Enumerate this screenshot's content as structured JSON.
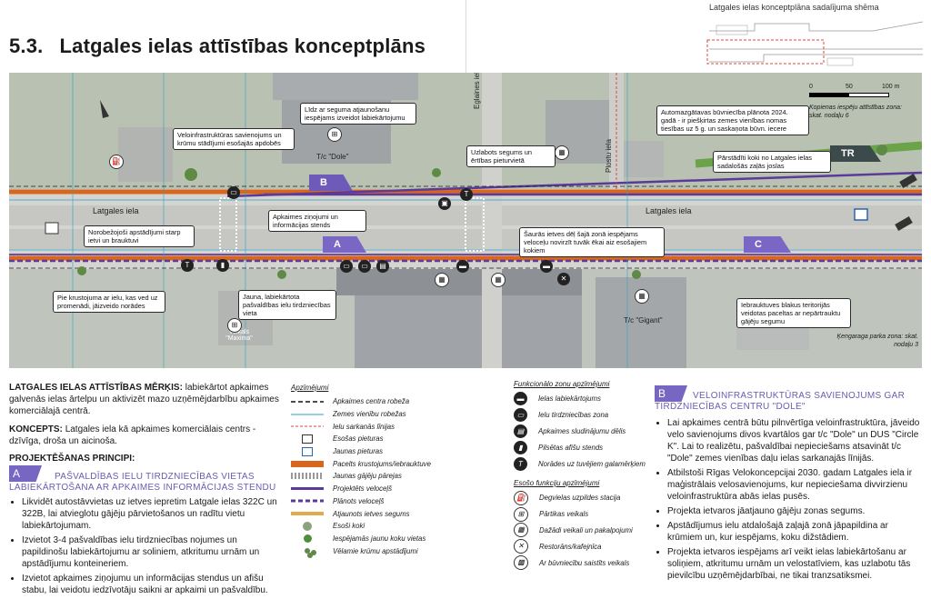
{
  "header": {
    "number": "5.3.",
    "title": "Latgales ielas attīstības konceptplāns",
    "diagram_title": "Latgales ielas konceptplāna sadalījuma shēma"
  },
  "map": {
    "streets": {
      "latgales_left": "Latgales iela",
      "latgales_right": "Latgales iela",
      "eglaines": "Eglaines iela",
      "plostu": "Plostu iela"
    },
    "places": {
      "dole": "T/c \"Dole\"",
      "gigant": "T/c \"Gigant\"",
      "maxima": "Veikals \"Maxima\""
    },
    "scale": {
      "zero": "0",
      "fifty": "50",
      "hundred": "100 m"
    },
    "zone_refs": {
      "kopienas": "Kopienas iespēju attīstības zona: skat. nodaļu 6",
      "kengaraga": "Ķengaraga parka zona: skat. nodaļu 3"
    },
    "flags": {
      "a": "A",
      "b": "B",
      "c": "C",
      "tr": "TR"
    },
    "callouts": [
      "Veloinfrastruktūras savienojums un krūmu stādījumi esošajās apdobēs",
      "Līdz ar seguma atjaunošanu iespējams izveidot labiekārtojumu",
      "Uzlabots segums un ērtības pieturvietā",
      "Automazgātavas būvniecība plānota 2024. gadā - ir piešķirtas zemes vienības nomas tiesības uz 5 g. un saskaņota būvn. iecere",
      "Pārstādīti koki no Latgales ielas sadalošās zaļās joslas",
      "Norobežojoši apstādījumi starp ietvi un brauktuvi",
      "Apkaimes ziņojumi un informācijas stends",
      "Šaurās ietves dēļ šajā zonā iespējams veloceļu novirzīt tuvāk ēkai aiz esošajiem kokiem",
      "Pie krustojuma ar ielu, kas ved uz promenādi, jāizveido norādes",
      "Jauna, labiekārtota pašvaldības ielu tirdzniecības vieta",
      "Iebrauktuves blakus teritorijās veidotas paceltas ar nepārtrauktu gājēju segumu"
    ]
  },
  "intro": {
    "goal_label": "LATGALES IELAS ATTĪSTĪBAS MĒRĶIS:",
    "goal_text": "labiekārtot apkaimes galvenās ielas ārtelpu un aktivizēt mazo uzņēmējdarbību apkaimes komerciālajā centrā.",
    "concept_label": "KONCEPTS:",
    "concept_text": "Latgales iela kā apkaimes komerciālais centrs - dzīvīga, droša un aicinoša.",
    "principles_label": "PROJEKTĒŠANAS PRINCIPI:"
  },
  "section_a": {
    "badge": "A",
    "title_line1": "PAŠVALDĪBAS IELU TIRDZNIECĪBAS VIETAS",
    "title_line2": "LABIEKĀRTOŠANA AR APKAIMES INFORMĀCIJAS STENDU",
    "bullets": [
      "Likvidēt autostāvvietas uz ietves iepretim Latgale ielas 322C un 322B, lai atvieglotu gājēju pārvietošanos un radītu vietu labiekārtojumam.",
      "Izvietot 3-4 pašvaldības ielu tirdzniecības nojumes un papildinošu labiekārtojumu ar soliniem, atkritumu urnām un apstādījumu konteineriem.",
      "Izvietot apkaimes ziņojumu un informācijas stendus un afišu stabu, lai veidotu iedzīvotāju saikni ar apkaimi un pašvaldību."
    ]
  },
  "legend": {
    "title": "Apzīmējumi",
    "items": [
      "Apkaimes centra robeža",
      "Zemes vienību robežas",
      "Ielu sarkanās līnijas",
      "Esošas pieturas",
      "Jaunas pieturas",
      "Pacelts krustojums/iebrauktuve",
      "Jaunas gājēju pārejas",
      "Projektēts veloceļš",
      "Plānots veloceļš",
      "Atjaunots ietves segums",
      "Esoši koki",
      "Iespējamās jaunu koku vietas",
      "Vēlamie krūmu apstādījumi"
    ]
  },
  "functional": {
    "title": "Funkcionālo zonu apzīmējumi",
    "items": [
      "Ielas labiekārtojums",
      "Ielu tirdzniecības zona",
      "Apkaimes sludinājumu dēlis",
      "Pilsētas afišu stends",
      "Norādes uz tuvējiem galamērķiem"
    ],
    "existing_title": "Esošo funkciju apzīmējumi",
    "existing_items": [
      "Degvielas uzpildes stacija",
      "Pārtikas veikals",
      "Dažādi veikali un pakalpojumi",
      "Restorāns/kafejnīca",
      "Ar būvniecību saistīts veikals"
    ]
  },
  "section_b": {
    "badge": "B",
    "title_line1": "VELOINFRASTRUKTŪRAS SAVIENOJUMS GAR",
    "title_line2": "TIRDZNIECĪBAS CENTRU \"DOLE\"",
    "bullets": [
      "Lai apkaimes centrā būtu pilnvērtīga veloinfrastruktūra, jāveido velo savienojums divos kvartālos gar t/c \"Dole\" un DUS \"Circle K\". Lai to realizētu, pašvaldībai nepieciešams atsavināt t/c \"Dole\" zemes vienības daļu ielas sarkanajās līnijās.",
      "Atbilstoši Rīgas Velokoncepcijai 2030. gadam Latgales iela ir maģistrālais velosavienojums, kur nepieciešama divvirzienu veloinfrastruktūra abās ielas pusēs.",
      "Projekta ietvaros jāatjauno gājēju zonas segums.",
      "Apstādījumus ielu atdalošajā zaļajā zonā jāpapildina ar krūmiem un, kur iespējams, koku dižstādiem.",
      "Projekta ietvaros iespējams arī veikt ielas labiekārtošanu ar soliņiem, atkritumu urnām un velostatīviem, kas uzlabotu tās pievilcību uzņēmējdarbībai, ne tikai tranzsatiksmei."
    ]
  }
}
